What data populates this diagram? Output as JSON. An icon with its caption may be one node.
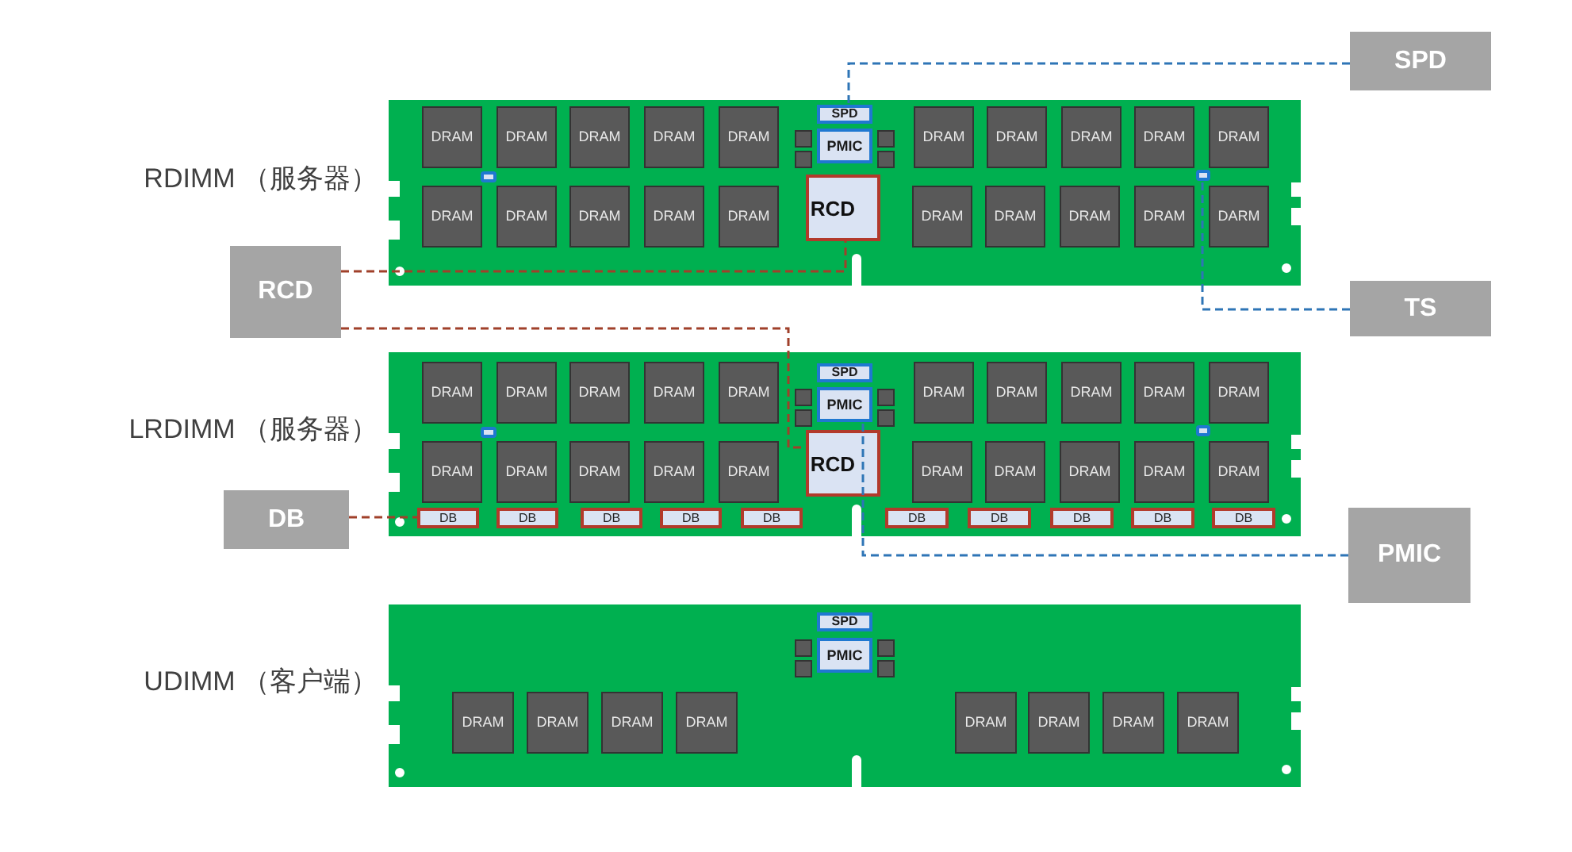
{
  "diagram": {
    "nodes": [
      {
        "text": [
          "RDIMM （服务器）"
        ]
      },
      {
        "text": [
          "DRAM"
        ],
        "in": 0
      },
      {
        "text": [
          "DRAM"
        ],
        "in": 0
      },
      {
        "text": [
          "DRAM"
        ],
        "in": 0
      },
      {
        "text": [
          "DRAM"
        ],
        "in": 0
      },
      {
        "text": [
          "DRAM"
        ],
        "in": 0
      },
      {
        "text": [
          "SPD"
        ],
        "in": 0
      },
      {
        "text": [
          "PMIC"
        ],
        "in": 0
      },
      {
        "text": [
          "DRAM"
        ],
        "in": 0
      },
      {
        "text": [
          "DRAM"
        ],
        "in": 0
      },
      {
        "text": [
          "DRAM"
        ],
        "in": 0
      },
      {
        "text": [
          "DRAM"
        ],
        "in": 0
      },
      {
        "text": [
          "DRAM"
        ],
        "in": 0
      },
      {
        "text": [],
        "shape": "box",
        "in": 0
      },
      {
        "text": [],
        "shape": "box",
        "in": 0
      },
      {
        "text": [
          "DRAM"
        ],
        "in": 0
      },
      {
        "text": [
          "DRAM"
        ],
        "in": 0
      },
      {
        "text": [
          "DRAM"
        ],
        "in": 0
      },
      {
        "text": [
          "DRAM"
        ],
        "in": 0
      },
      {
        "text": [
          "DRAM"
        ],
        "in": 0
      },
      {
        "text": [
          "RCD"
        ],
        "in": 0
      },
      {
        "text": [
          "DRAM"
        ],
        "in": 0
      },
      {
        "text": [
          "DRAM"
        ],
        "in": 0
      },
      {
        "text": [
          "DRAM"
        ],
        "in": 0
      },
      {
        "text": [
          "DRAM"
        ],
        "in": 0
      },
      {
        "text": [
          "DARM"
        ],
        "in": 0
      },
      {
        "text": [
          "LRDIMM （服务器）"
        ]
      },
      {
        "text": [
          "DRAM"
        ],
        "in": 26
      },
      {
        "text": [
          "DRAM"
        ],
        "in": 26
      },
      {
        "text": [
          "DRAM"
        ],
        "in": 26
      },
      {
        "text": [
          "DRAM"
        ],
        "in": 26
      },
      {
        "text": [
          "DRAM"
        ],
        "in": 26
      },
      {
        "text": [
          "SPD"
        ],
        "in": 26
      },
      {
        "text": [
          "PMIC"
        ],
        "in": 26
      },
      {
        "text": [
          "DRAM"
        ],
        "in": 26
      },
      {
        "text": [
          "DRAM"
        ],
        "in": 26
      },
      {
        "text": [
          "DRAM"
        ],
        "in": 26
      },
      {
        "text": [
          "DRAM"
        ],
        "in": 26
      },
      {
        "text": [
          "DRAM"
        ],
        "in": 26
      },
      {
        "text": [],
        "shape": "box",
        "in": 26
      },
      {
        "text": [],
        "shape": "box",
        "in": 26
      },
      {
        "text": [
          "DRAM"
        ],
        "in": 26
      },
      {
        "text": [
          "DRAM"
        ],
        "in": 26
      },
      {
        "text": [
          "DRAM"
        ],
        "in": 26
      },
      {
        "text": [
          "DRAM"
        ],
        "in": 26
      },
      {
        "text": [
          "DRAM"
        ],
        "in": 26
      },
      {
        "text": [
          "RCD"
        ],
        "in": 26
      },
      {
        "text": [
          "DRAM"
        ],
        "in": 26
      },
      {
        "text": [
          "DRAM"
        ],
        "in": 26
      },
      {
        "text": [
          "DRAM"
        ],
        "in": 26
      },
      {
        "text": [
          "DRAM"
        ],
        "in": 26
      },
      {
        "text": [
          "DRAM"
        ],
        "in": 26
      },
      {
        "text": [
          "DB"
        ],
        "in": 26
      },
      {
        "text": [
          "DB"
        ],
        "in": 26
      },
      {
        "text": [
          "DB"
        ],
        "in": 26
      },
      {
        "text": [
          "DB"
        ],
        "in": 26
      },
      {
        "text": [
          "DB"
        ],
        "in": 26
      },
      {
        "text": [
          "DB"
        ],
        "in": 26
      },
      {
        "text": [
          "DB"
        ],
        "in": 26
      },
      {
        "text": [
          "DB"
        ],
        "in": 26
      },
      {
        "text": [
          "DB"
        ],
        "in": 26
      },
      {
        "text": [
          "DB"
        ],
        "in": 26
      },
      {
        "text": [
          "UDIMM （客户端）"
        ]
      },
      {
        "text": [
          "SPD"
        ],
        "in": 62
      },
      {
        "text": [
          "PMIC"
        ],
        "in": 62
      },
      {
        "text": [
          "DRAM"
        ],
        "in": 62
      },
      {
        "text": [
          "DRAM"
        ],
        "in": 62
      },
      {
        "text": [
          "DRAM"
        ],
        "in": 62
      },
      {
        "text": [
          "DRAM"
        ],
        "in": 62
      },
      {
        "text": [
          "DRAM"
        ],
        "in": 62
      },
      {
        "text": [
          "DRAM"
        ],
        "in": 62
      },
      {
        "text": [
          "DRAM"
        ],
        "in": 62
      },
      {
        "text": [
          "DRAM"
        ],
        "in": 62
      },
      {
        "text": [
          "SPD"
        ]
      },
      {
        "text": [
          "RCD"
        ]
      },
      {
        "text": [
          "TS"
        ]
      },
      {
        "text": [
          "DB"
        ]
      },
      {
        "text": [
          "PMIC"
        ]
      }
    ],
    "edges": [
      {
        "from": 73,
        "to": 6,
        "arrow": "none",
        "style": "dashed",
        "color": "#2e75b6"
      },
      {
        "from": 74,
        "to": 20,
        "arrow": "none",
        "style": "dashed",
        "color": "#a0402a"
      },
      {
        "from": 74,
        "to": 46,
        "arrow": "none",
        "style": "dashed",
        "color": "#a0402a"
      },
      {
        "from": 75,
        "to": 14,
        "arrow": "none",
        "style": "dashed",
        "color": "#2e75b6"
      },
      {
        "from": 76,
        "to": 52,
        "arrow": "none",
        "style": "dashed",
        "color": "#a0402a"
      },
      {
        "from": 77,
        "to": 33,
        "arrow": "none",
        "style": "dashed",
        "color": "#2e75b6"
      }
    ]
  }
}
